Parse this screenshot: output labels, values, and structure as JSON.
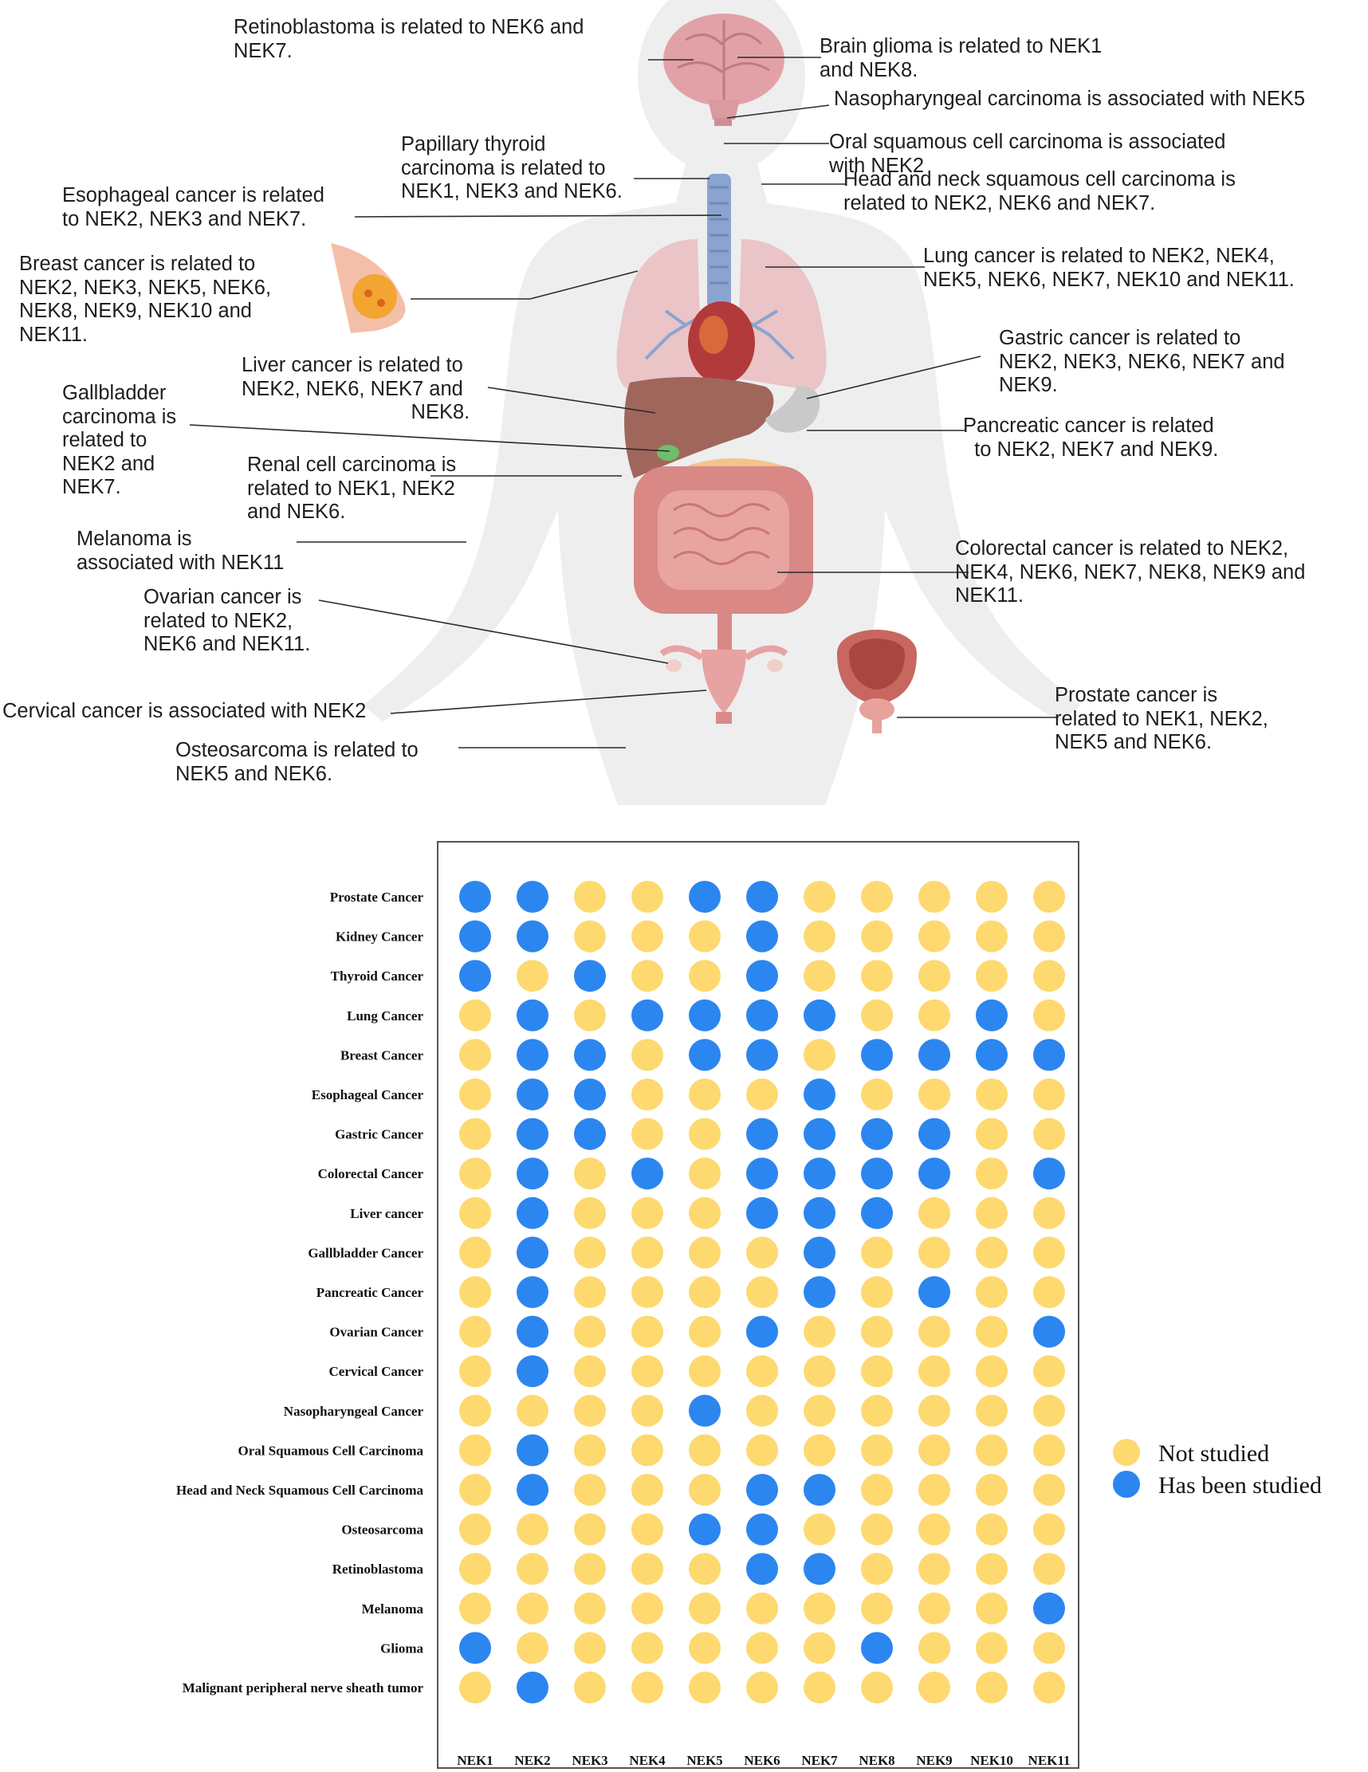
{
  "annotations": [
    {
      "id": "retinoblastoma",
      "text": "Retinoblastoma is related to NEK6 and\nNEK7."
    },
    {
      "id": "brain-glioma",
      "text": "Brain glioma is related to NEK1\nand NEK8."
    },
    {
      "id": "nasopharyngeal",
      "text": "Nasopharyngeal carcinoma is associated with NEK5"
    },
    {
      "id": "papillary-thyroid",
      "text": "Papillary thyroid\ncarcinoma is related to\nNEK1, NEK3 and NEK6."
    },
    {
      "id": "oral-squamous",
      "text": "Oral squamous cell carcinoma is associated\nwith NEK2"
    },
    {
      "id": "esophageal",
      "text": "Esophageal cancer is related\nto NEK2, NEK3 and NEK7."
    },
    {
      "id": "head-neck",
      "text": "Head and neck squamous cell carcinoma is\nrelated to NEK2, NEK6 and NEK7."
    },
    {
      "id": "breast",
      "text": "Breast cancer is related to\nNEK2, NEK3, NEK5, NEK6,\nNEK8, NEK9, NEK10 and\nNEK11."
    },
    {
      "id": "lung",
      "text": "Lung cancer is related to NEK2, NEK4,\nNEK5, NEK6, NEK7, NEK10 and NEK11."
    },
    {
      "id": "gastric",
      "text": "Gastric cancer is related to\nNEK2, NEK3, NEK6, NEK7 and\nNEK9."
    },
    {
      "id": "liver",
      "text": "Liver cancer is related to\nNEK2, NEK6, NEK7 and\n                              NEK8."
    },
    {
      "id": "gallbladder",
      "text": "Gallbladder\ncarcinoma is\nrelated to\nNEK2 and\nNEK7."
    },
    {
      "id": "pancreatic",
      "text": "Pancreatic cancer is related\n  to NEK2, NEK7 and NEK9."
    },
    {
      "id": "renal",
      "text": "Renal cell carcinoma is\nrelated to NEK1, NEK2\nand NEK6."
    },
    {
      "id": "melanoma",
      "text": "Melanoma is\nassociated with NEK11"
    },
    {
      "id": "colorectal",
      "text": "Colorectal cancer is related to NEK2,\nNEK4, NEK6, NEK7, NEK8, NEK9 and\nNEK11."
    },
    {
      "id": "ovarian",
      "text": "Ovarian cancer is\nrelated to NEK2,\nNEK6 and NEK11."
    },
    {
      "id": "cervical",
      "text": "Cervical cancer is associated with NEK2"
    },
    {
      "id": "prostate",
      "text": "Prostate cancer is\nrelated to NEK1, NEK2,\nNEK5 and NEK6."
    },
    {
      "id": "osteosarcoma",
      "text": "Osteosarcoma is related to\nNEK5 and NEK6."
    }
  ],
  "chart_data": {
    "type": "scatter",
    "columns": [
      "NEK1",
      "NEK2",
      "NEK3",
      "NEK4",
      "NEK5",
      "NEK6",
      "NEK7",
      "NEK8",
      "NEK9",
      "NEK10",
      "NEK11"
    ],
    "rows": [
      "Prostate Cancer",
      "Kidney Cancer",
      "Thyroid Cancer",
      "Lung Cancer",
      "Breast Cancer",
      "Esophageal Cancer",
      "Gastric Cancer",
      "Colorectal Cancer",
      "Liver cancer",
      "Gallbladder Cancer",
      "Pancreatic Cancer",
      "Ovarian Cancer",
      "Cervical Cancer",
      "Nasopharyngeal Cancer",
      "Oral Squamous Cell Carcinoma",
      "Head and Neck Squamous Cell Carcinoma",
      "Osteosarcoma",
      "Retinoblastoma",
      "Melanoma",
      "Glioma",
      "Malignant peripheral nerve sheath tumor"
    ],
    "values": [
      [
        1,
        1,
        0,
        0,
        1,
        1,
        0,
        0,
        0,
        0,
        0
      ],
      [
        1,
        1,
        0,
        0,
        0,
        1,
        0,
        0,
        0,
        0,
        0
      ],
      [
        1,
        0,
        1,
        0,
        0,
        1,
        0,
        0,
        0,
        0,
        0
      ],
      [
        0,
        1,
        0,
        1,
        1,
        1,
        1,
        0,
        0,
        1,
        0
      ],
      [
        0,
        1,
        1,
        0,
        1,
        1,
        0,
        1,
        1,
        1,
        1
      ],
      [
        0,
        1,
        1,
        0,
        0,
        0,
        1,
        0,
        0,
        0,
        0
      ],
      [
        0,
        1,
        1,
        0,
        0,
        1,
        1,
        1,
        1,
        0,
        0
      ],
      [
        0,
        1,
        0,
        1,
        0,
        1,
        1,
        1,
        1,
        0,
        1
      ],
      [
        0,
        1,
        0,
        0,
        0,
        1,
        1,
        1,
        0,
        0,
        0
      ],
      [
        0,
        1,
        0,
        0,
        0,
        0,
        1,
        0,
        0,
        0,
        0
      ],
      [
        0,
        1,
        0,
        0,
        0,
        0,
        1,
        0,
        1,
        0,
        0
      ],
      [
        0,
        1,
        0,
        0,
        0,
        1,
        0,
        0,
        0,
        0,
        1
      ],
      [
        0,
        1,
        0,
        0,
        0,
        0,
        0,
        0,
        0,
        0,
        0
      ],
      [
        0,
        0,
        0,
        0,
        1,
        0,
        0,
        0,
        0,
        0,
        0
      ],
      [
        0,
        1,
        0,
        0,
        0,
        0,
        0,
        0,
        0,
        0,
        0
      ],
      [
        0,
        1,
        0,
        0,
        0,
        1,
        1,
        0,
        0,
        0,
        0
      ],
      [
        0,
        0,
        0,
        0,
        1,
        1,
        0,
        0,
        0,
        0,
        0
      ],
      [
        0,
        0,
        0,
        0,
        0,
        1,
        1,
        0,
        0,
        0,
        0
      ],
      [
        0,
        0,
        0,
        0,
        0,
        0,
        0,
        0,
        0,
        0,
        1
      ],
      [
        1,
        0,
        0,
        0,
        0,
        0,
        0,
        1,
        0,
        0,
        0
      ],
      [
        0,
        1,
        0,
        0,
        0,
        0,
        0,
        0,
        0,
        0,
        0
      ]
    ],
    "legend": [
      {
        "value": 0,
        "label": "Not studied",
        "color": "#FDD970"
      },
      {
        "value": 1,
        "label": "Has been studied",
        "color": "#2C86EF"
      }
    ],
    "legend_position": "right",
    "grid": false
  },
  "colors": {
    "not_studied": "#FDD970",
    "studied": "#2C86EF"
  }
}
